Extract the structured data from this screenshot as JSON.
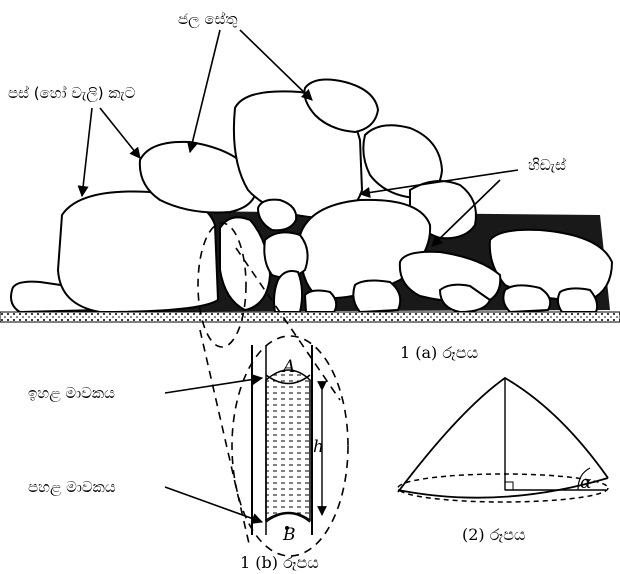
{
  "figure": {
    "labels": {
      "water_bridge": "ජල සේතු",
      "soil_grain": "පස් (හෝ වැලි) කැට",
      "pores": "හිඩැස්",
      "upper_meniscus": "ඉහළ මාවකය",
      "lower_meniscus": "පහළ මාවකය"
    },
    "captions": {
      "fig_1a": "1 (a) රූපය",
      "fig_1b": "1 (b) රූපය",
      "fig_2": "(2) රූපය"
    },
    "symbols": {
      "point_a": "A",
      "point_b": "B",
      "height": "h",
      "angle": "α"
    }
  }
}
